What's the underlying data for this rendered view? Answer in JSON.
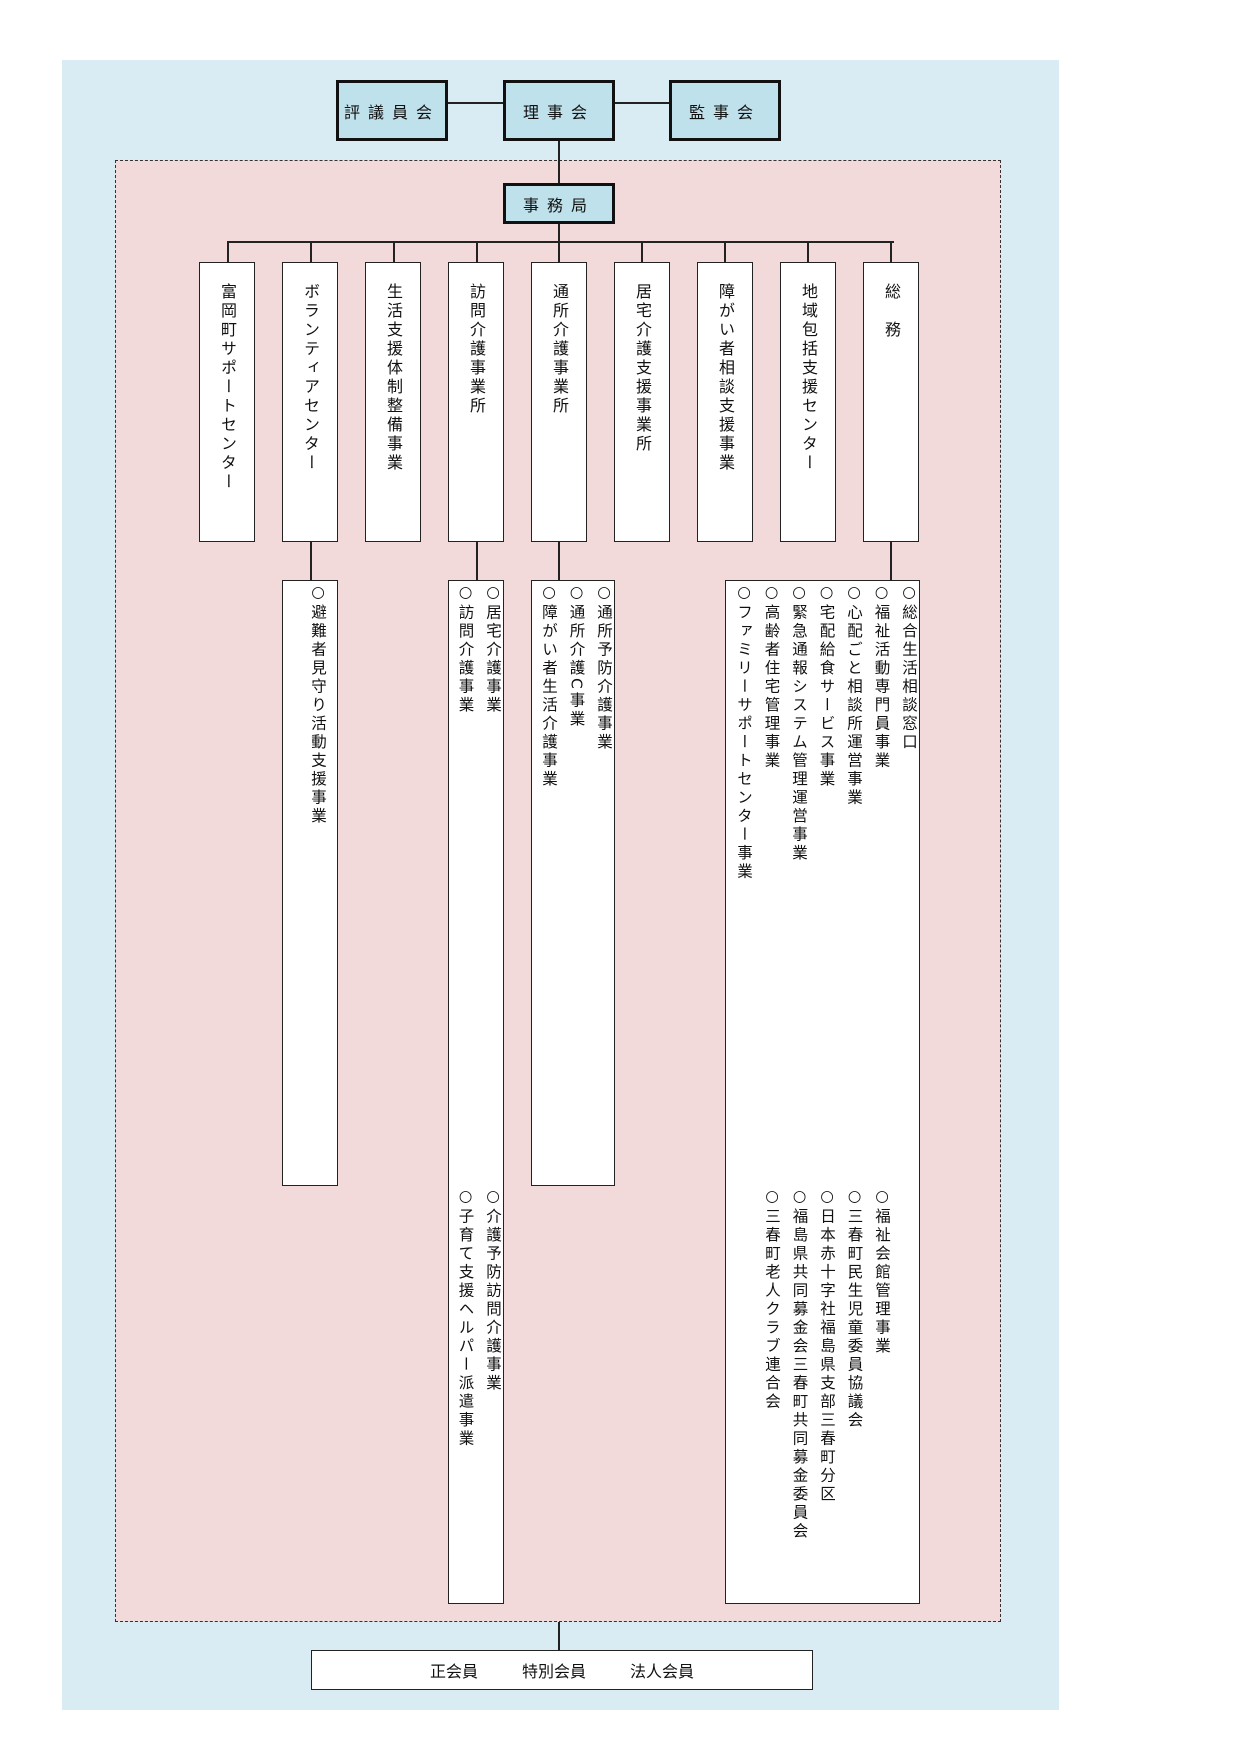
{
  "top": {
    "councillors": "評議員会",
    "board": "理事会",
    "auditors": "監事会"
  },
  "secretariat": "事務局",
  "departments": [
    "富岡町サポートセンター",
    "ボランティアセンター",
    "生活支援体制整備事業",
    "訪問介護事業所",
    "通所介護事業所",
    "居宅介護支援事業所",
    "障がい者相談支援事業",
    "地域包括支援センター",
    "総　務"
  ],
  "volunteer_items": [
    "○避難者見守り活動支援事業"
  ],
  "home_care_items": [
    "○居宅介護事業",
    "○訪問介護事業"
  ],
  "home_care_items_lower": [
    "○介護予防訪問介護事業",
    "○子育て支援ヘルパー派遣事業"
  ],
  "day_care_items": [
    "○通所予防介護事業",
    "○通所介護C事業",
    "○障がい者生活介護事業"
  ],
  "general_items": [
    "○総合生活相談窓口",
    "○福祉活動専門員事業",
    "○心配ごと相談所運営事業",
    "○宅配給食サービス事業",
    "○緊急通報システム管理運営事業",
    "○高齢者住宅管理事業",
    "○ファミリーサポートセンター事業"
  ],
  "general_items_lower": [
    "○福祉会館管理事業",
    "○三春町民生児童委員協議会",
    "○日本赤十字社福島県支部三春町分区",
    "○福島県共同募金会三春町共同募金委員会",
    "○三春町老人クラブ連合会"
  ],
  "members": {
    "regular": "正会員",
    "special": "特別会員",
    "corporate": "法人会員"
  }
}
